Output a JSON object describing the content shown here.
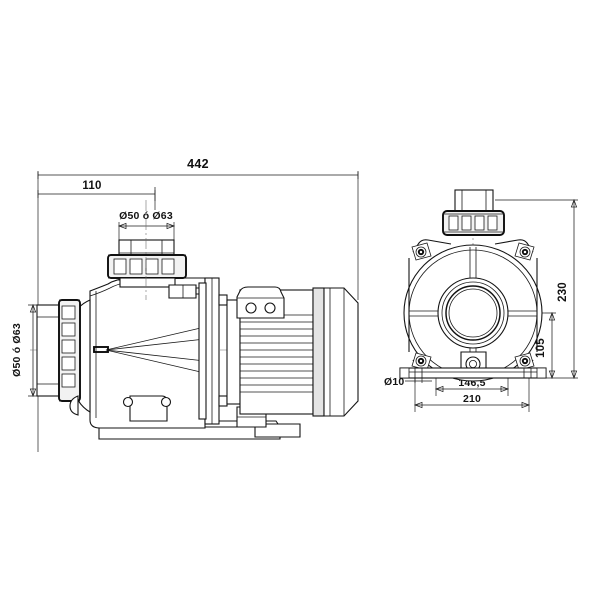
{
  "drawing": {
    "title": "Pump technical drawing - side and front elevation",
    "background_color": "#ffffff",
    "line_color": "#141414",
    "units": "mm"
  },
  "side_view": {
    "name": "side-elevation",
    "dimensions": {
      "overall_length": "442",
      "discharge_offset": "110",
      "discharge_port": "Ø50 ó Ø63",
      "suction_port": "Ø50 ó Ø63"
    }
  },
  "front_view": {
    "name": "front-elevation",
    "dimensions": {
      "overall_height": "230",
      "shaft_height": "105",
      "bolt_hole": "Ø10",
      "foot_bolt_spacing": "146,5",
      "base_width": "210"
    }
  },
  "labels": {
    "overall_length": "442",
    "discharge_offset": "110",
    "discharge_port": "Ø50 ó Ø63",
    "suction_port": "Ø50 ó Ø63",
    "overall_height": "230",
    "shaft_height": "105",
    "bolt_hole": "Ø10",
    "foot_bolt_spacing": "146,5",
    "base_width": "210"
  }
}
